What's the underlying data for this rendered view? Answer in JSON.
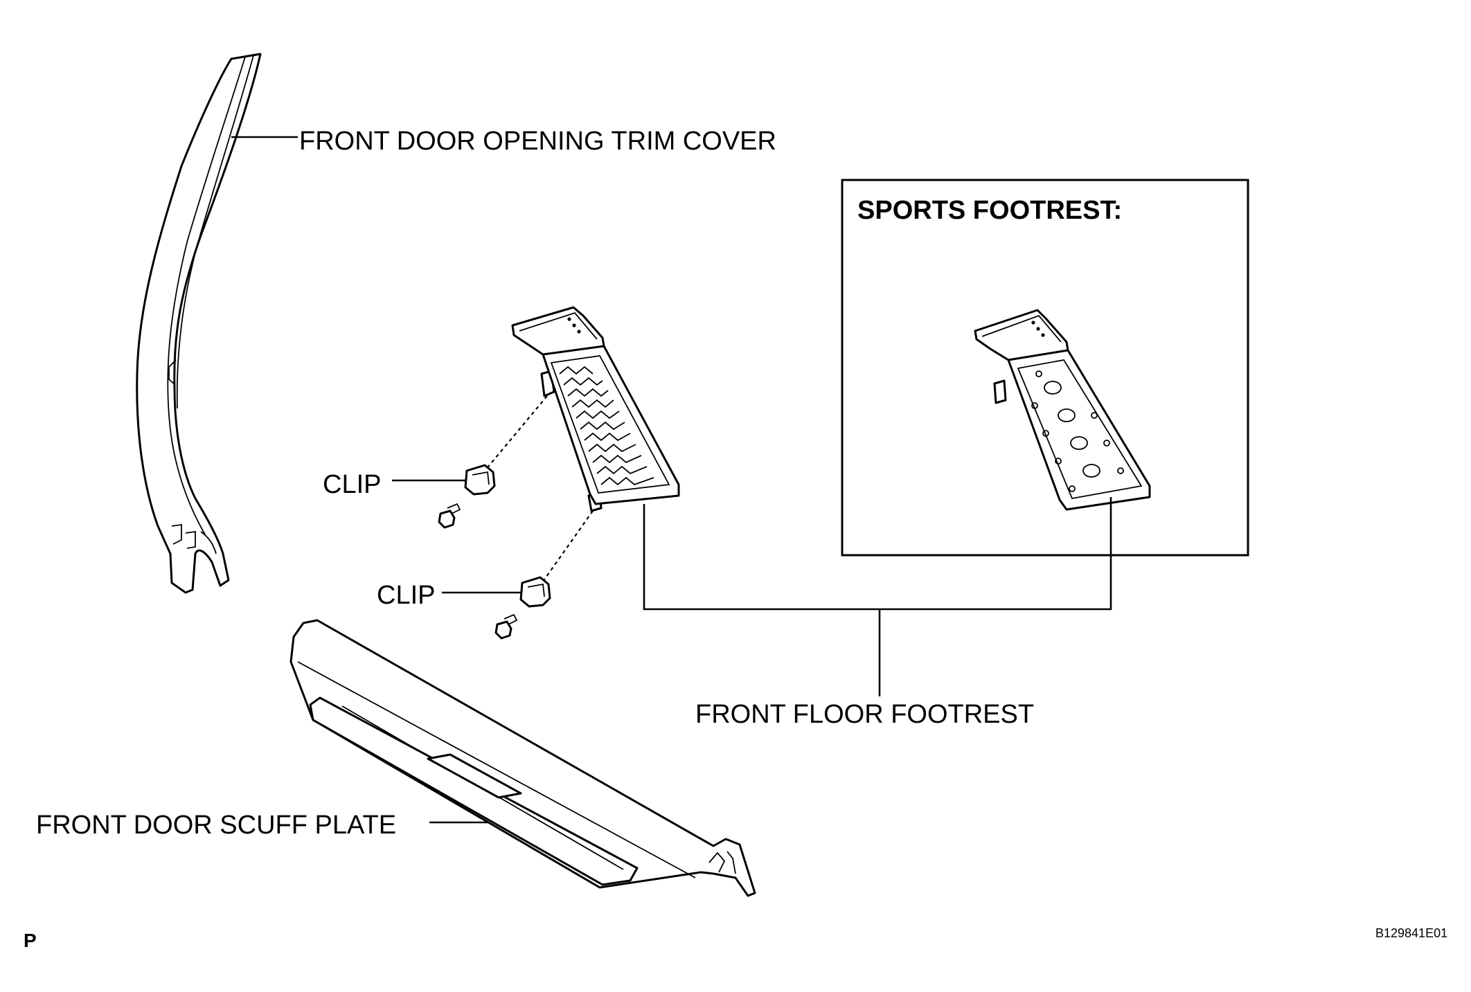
{
  "labels": {
    "trim_cover": "FRONT DOOR OPENING TRIM COVER",
    "sports_title": "SPORTS FOOTREST:",
    "clip_upper": "CLIP",
    "clip_lower": "CLIP",
    "floor_footrest": "FRONT FLOOR FOOTREST",
    "scuff_plate": "FRONT DOOR SCUFF PLATE",
    "corner_mark": "P",
    "figure_code": "B129841E01"
  }
}
